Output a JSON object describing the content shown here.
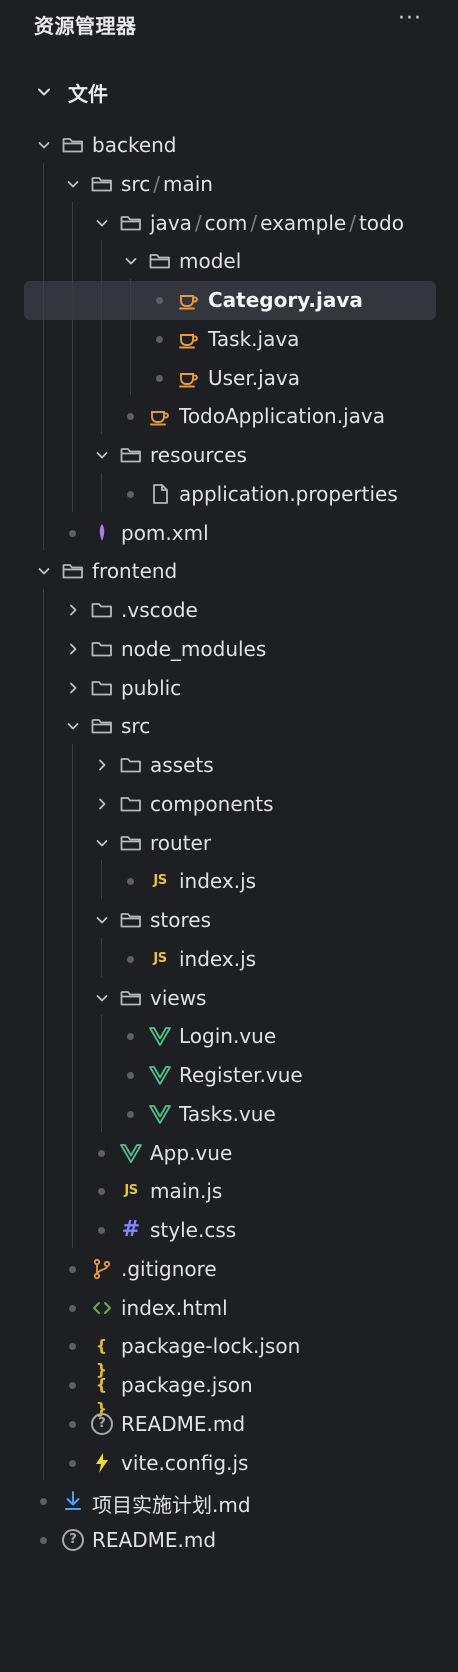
{
  "header": {
    "title": "资源管理器",
    "more": "···"
  },
  "section": {
    "label": "文件"
  },
  "colors": {
    "folder": "#b6b7bc",
    "java": "#e69a3c",
    "js": "#e8c23a",
    "vue": "#4fbf8b",
    "css": "#7f86ff",
    "git": "#e69a3c",
    "html": "#63b04b",
    "json": "#e0b93a",
    "vite": "#f2d43a",
    "download": "#4aa0ff",
    "pom": "#b37ae6"
  },
  "tree": [
    {
      "label": "backend",
      "icon": "folder-open",
      "state": "expanded",
      "depth": 0
    },
    {
      "label": "src",
      "label2": "main",
      "icon": "folder-open",
      "state": "expanded",
      "depth": 1
    },
    {
      "label": "java",
      "label2": "com",
      "label3": "example",
      "label4": "todo",
      "icon": "folder-open",
      "state": "expanded",
      "depth": 2
    },
    {
      "label": "model",
      "icon": "folder-open",
      "state": "expanded",
      "depth": 3
    },
    {
      "label": "Category.java",
      "icon": "java-icon",
      "state": "file",
      "depth": 4,
      "selected": true
    },
    {
      "label": "Task.java",
      "icon": "java-icon",
      "state": "file",
      "depth": 4
    },
    {
      "label": "User.java",
      "icon": "java-icon",
      "state": "file",
      "depth": 4
    },
    {
      "label": "TodoApplication.java",
      "icon": "java-icon",
      "state": "file",
      "depth": 3
    },
    {
      "label": "resources",
      "icon": "folder-open",
      "state": "expanded",
      "depth": 2
    },
    {
      "label": "application.properties",
      "icon": "file-icon",
      "state": "file",
      "depth": 3
    },
    {
      "label": "pom.xml",
      "icon": "maven-icon",
      "state": "file",
      "depth": 1
    },
    {
      "label": "frontend",
      "icon": "folder-open",
      "state": "expanded",
      "depth": 0
    },
    {
      "label": ".vscode",
      "icon": "folder-closed",
      "state": "collapsed",
      "depth": 1
    },
    {
      "label": "node_modules",
      "icon": "folder-closed",
      "state": "collapsed",
      "depth": 1
    },
    {
      "label": "public",
      "icon": "folder-closed",
      "state": "collapsed",
      "depth": 1
    },
    {
      "label": "src",
      "icon": "folder-open",
      "state": "expanded",
      "depth": 1
    },
    {
      "label": "assets",
      "icon": "folder-closed",
      "state": "collapsed",
      "depth": 2
    },
    {
      "label": "components",
      "icon": "folder-closed",
      "state": "collapsed",
      "depth": 2
    },
    {
      "label": "router",
      "icon": "folder-open",
      "state": "expanded",
      "depth": 2
    },
    {
      "label": "index.js",
      "icon": "js-icon",
      "glyph": "JS",
      "state": "file",
      "depth": 3
    },
    {
      "label": "stores",
      "icon": "folder-open",
      "state": "expanded",
      "depth": 2
    },
    {
      "label": "index.js",
      "icon": "js-icon",
      "glyph": "JS",
      "state": "file",
      "depth": 3
    },
    {
      "label": "views",
      "icon": "folder-open",
      "state": "expanded",
      "depth": 2
    },
    {
      "label": "Login.vue",
      "icon": "vue-icon",
      "state": "file",
      "depth": 3
    },
    {
      "label": "Register.vue",
      "icon": "vue-icon",
      "state": "file",
      "depth": 3
    },
    {
      "label": "Tasks.vue",
      "icon": "vue-icon",
      "state": "file",
      "depth": 3
    },
    {
      "label": "App.vue",
      "icon": "vue-icon",
      "state": "file",
      "depth": 2
    },
    {
      "label": "main.js",
      "icon": "js-icon",
      "glyph": "JS",
      "state": "file",
      "depth": 2
    },
    {
      "label": "style.css",
      "icon": "css-icon",
      "glyph": "#",
      "state": "file",
      "depth": 2
    },
    {
      "label": ".gitignore",
      "icon": "git-icon",
      "state": "file",
      "depth": 1
    },
    {
      "label": "index.html",
      "icon": "html-icon",
      "state": "file",
      "depth": 1
    },
    {
      "label": "package-lock.json",
      "icon": "json-icon",
      "glyph": "{ }",
      "state": "file",
      "depth": 1
    },
    {
      "label": "package.json",
      "icon": "json-icon",
      "glyph": "{ }",
      "state": "file",
      "depth": 1
    },
    {
      "label": "README.md",
      "icon": "readme-icon",
      "glyph": "?",
      "state": "file",
      "depth": 1
    },
    {
      "label": "vite.config.js",
      "icon": "vite-icon",
      "state": "file",
      "depth": 1
    },
    {
      "label": "项目实施计划.md",
      "icon": "download-icon",
      "state": "file",
      "depth": 0
    },
    {
      "label": "README.md",
      "icon": "readme-icon",
      "glyph": "?",
      "state": "file",
      "depth": 0
    }
  ]
}
